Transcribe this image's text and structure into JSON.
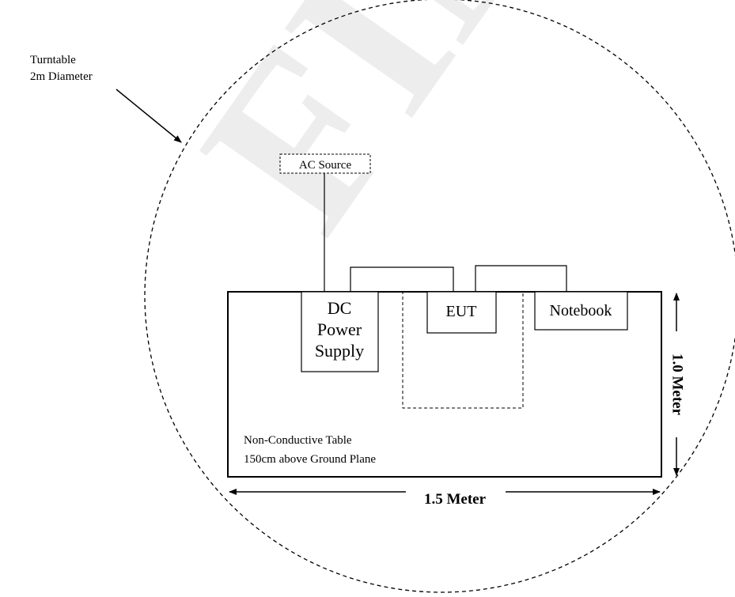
{
  "watermark": {
    "text": "FIN"
  },
  "turntable": {
    "label_line1": "Turntable",
    "label_line2": "2m Diameter"
  },
  "ac_source": {
    "label": "AC Source"
  },
  "dc_power_supply": {
    "line1": "DC",
    "line2": "Power",
    "line3": "Supply"
  },
  "eut": {
    "label": "EUT"
  },
  "notebook": {
    "label": "Notebook"
  },
  "table": {
    "label_line1": "Non-Conductive Table",
    "label_line2": "150cm above Ground Plane"
  },
  "dimensions": {
    "width_label": "1.5 Meter",
    "depth_label": "1.0 Meter"
  }
}
